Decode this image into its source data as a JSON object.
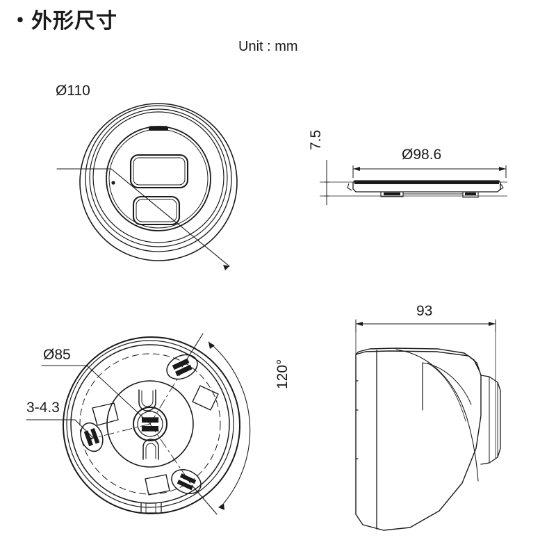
{
  "document": {
    "title": "・外形尺寸",
    "unit_label": "Unit : mm",
    "background_color": "#ffffff",
    "line_color": "#1a1a1a"
  },
  "views": [
    {
      "id": "front-view",
      "name": "Camera front view (top-left)",
      "dimension_label": "Ø110"
    },
    {
      "id": "bracket-side-view",
      "name": "Mounting plate side view (top-right)",
      "dimension_labels": [
        "7.5",
        "Ø98.6"
      ]
    },
    {
      "id": "bracket-bottom-view",
      "name": "Mounting base bottom view (bottom-left)",
      "dimension_labels": [
        "Ø85",
        "3-4.3",
        "120°"
      ]
    },
    {
      "id": "camera-side-view",
      "name": "Camera side profile view (bottom-right)",
      "dimension_label": "93"
    }
  ],
  "dimensions": {
    "front_diameter": "Ø110",
    "plate_thickness": "7.5",
    "plate_diameter": "Ø98.6",
    "bolt_circle_diameter": "Ø85",
    "hole_callout": "3-4.3",
    "hole_spacing_angle": "120°",
    "body_depth": "93"
  }
}
